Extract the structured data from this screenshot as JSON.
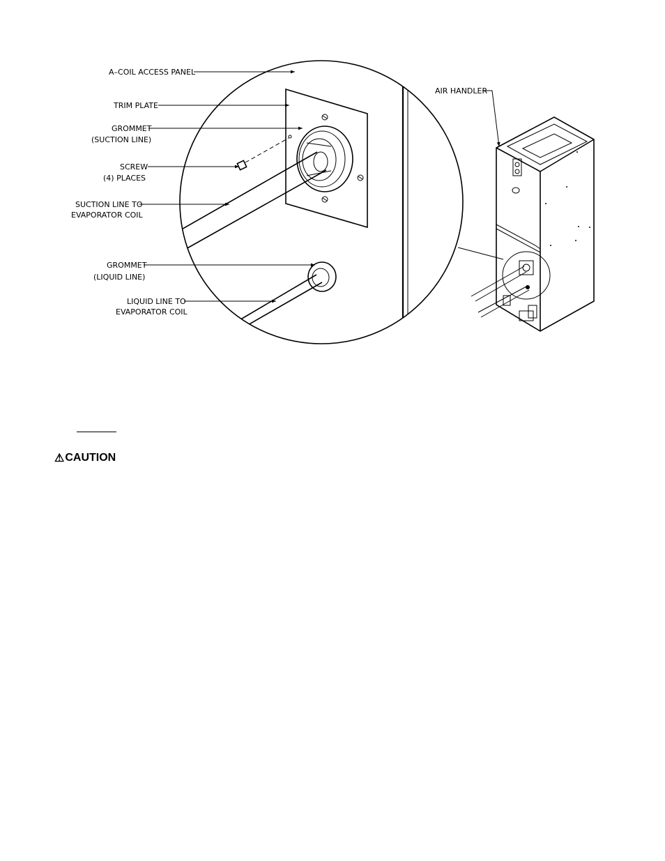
{
  "diagram": {
    "labels": {
      "acoil_access_panel": "A–COIL ACCESS PANEL",
      "trim_plate": "TRIM PLATE",
      "grommet_suction_1": "GROMMET",
      "grommet_suction_2": "(SUCTION LINE)",
      "screw_1": "SCREW",
      "screw_2": "(4) PLACES",
      "suction_line_1": "SUCTION LINE TO",
      "suction_line_2": "EVAPORATOR COIL",
      "grommet_liquid_1": "GROMMET",
      "grommet_liquid_2": "(LIQUID LINE)",
      "liquid_line_1": "LIQUID LINE TO",
      "liquid_line_2": "EVAPORATOR COIL",
      "air_handler": "AIR HANDLER"
    }
  },
  "notice": {
    "icon": "warning-triangle-icon",
    "caution_label": "CAUTION"
  }
}
